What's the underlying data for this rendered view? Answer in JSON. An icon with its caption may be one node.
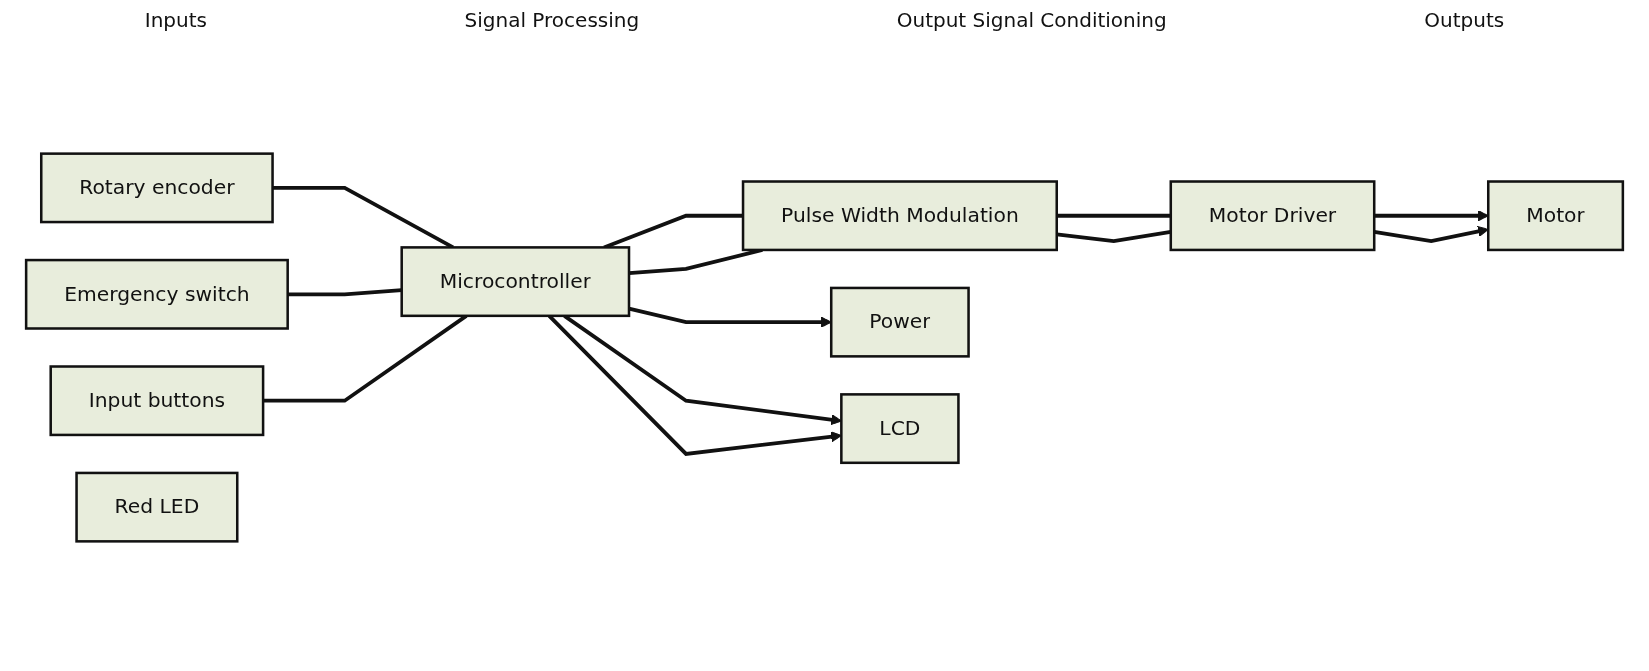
{
  "diagram": {
    "nodes": [
      {
        "text": [
          "Rotary encoder"
        ]
      },
      {
        "text": [
          "Emergency switch"
        ]
      },
      {
        "text": [
          "Input buttons"
        ]
      },
      {
        "text": [
          "Microcontroller"
        ]
      },
      {
        "text": [
          "Pulse Width Modulation"
        ]
      },
      {
        "text": [
          "Motor Driver"
        ]
      },
      {
        "text": [
          "Motor"
        ]
      },
      {
        "text": [
          "Red LED"
        ]
      },
      {
        "text": [
          "Power"
        ]
      },
      {
        "text": [
          "LCD"
        ]
      }
    ],
    "edges": [
      {
        "from": 0,
        "to": 3,
        "arrow": "none"
      },
      {
        "from": 1,
        "to": 3,
        "arrow": "none"
      },
      {
        "from": 2,
        "to": 3,
        "arrow": "none"
      },
      {
        "from": 3,
        "to": 4,
        "arrow": "none"
      },
      {
        "from": 3,
        "to": 9,
        "arrow": "to"
      },
      {
        "from": 3,
        "to": 4,
        "arrow": "none"
      },
      {
        "from": 3,
        "to": 8,
        "arrow": "to"
      },
      {
        "from": 3,
        "to": 9,
        "arrow": "to"
      },
      {
        "from": 4,
        "to": 5,
        "arrow": "none"
      },
      {
        "from": 4,
        "to": 5,
        "arrow": "none"
      },
      {
        "from": 5,
        "to": 6,
        "arrow": "to"
      },
      {
        "from": 5,
        "to": 6,
        "arrow": "to"
      }
    ],
    "labels": [
      "Inputs",
      "Signal Processing",
      "Output Signal Conditioning",
      "Outputs"
    ]
  }
}
